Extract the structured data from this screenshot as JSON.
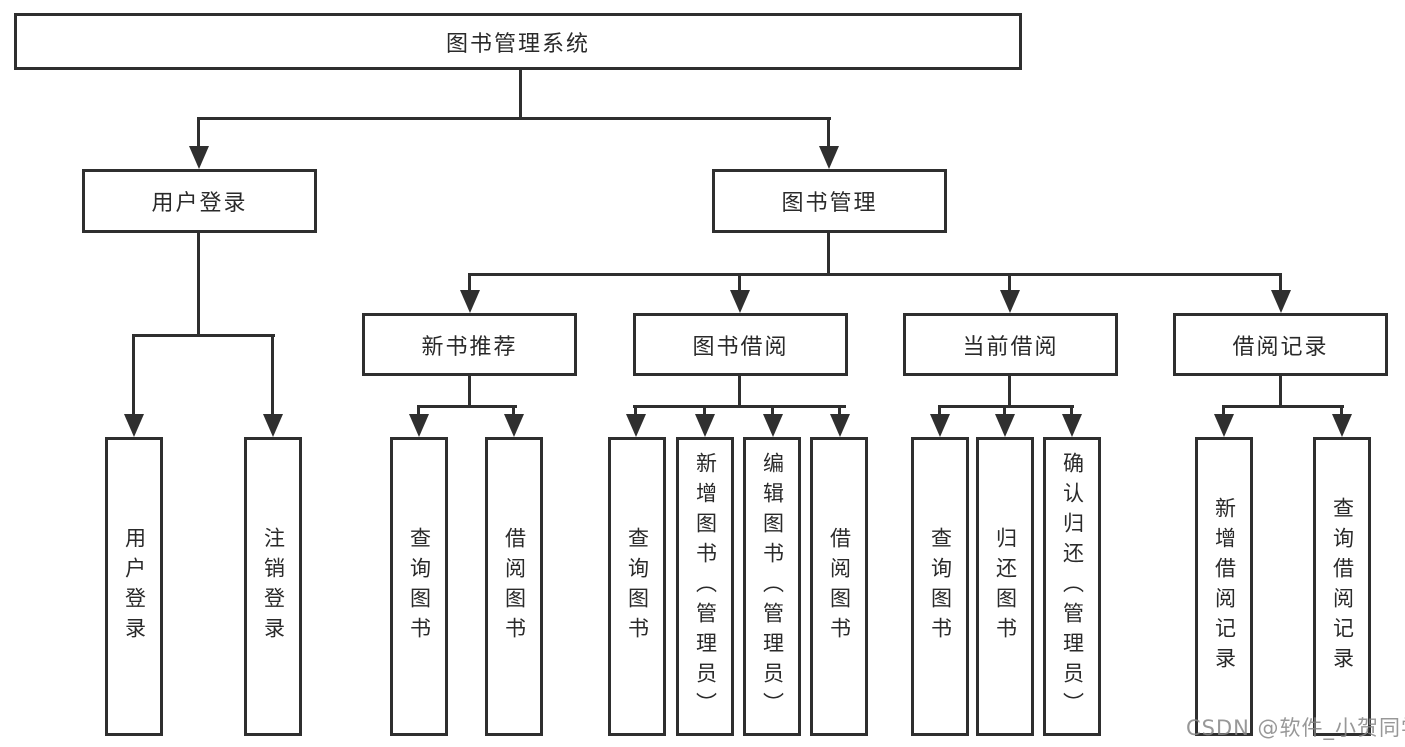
{
  "diagram": {
    "root_label": "图书管理系统",
    "branches": [
      {
        "label": "用户登录",
        "children": [
          "用户登录",
          "注销登录"
        ]
      },
      {
        "label": "图书管理",
        "groups": [
          {
            "label": "新书推荐",
            "children": [
              "查询图书",
              "借阅图书"
            ]
          },
          {
            "label": "图书借阅",
            "children": [
              "查询图书",
              "新增图书（管理员）",
              "编辑图书（管理员）",
              "借阅图书"
            ]
          },
          {
            "label": "当前借阅",
            "children": [
              "查询图书",
              "归还图书",
              "确认归还（管理员）"
            ]
          },
          {
            "label": "借阅记录",
            "children": [
              "新增借阅记录",
              "查询借阅记录"
            ]
          }
        ]
      }
    ]
  },
  "watermark": "CSDN @软件_小贺同学",
  "colors": {
    "line": "#2f2f2f",
    "text": "#2a2a2a",
    "background": "#ffffff",
    "watermark": "#868686"
  }
}
